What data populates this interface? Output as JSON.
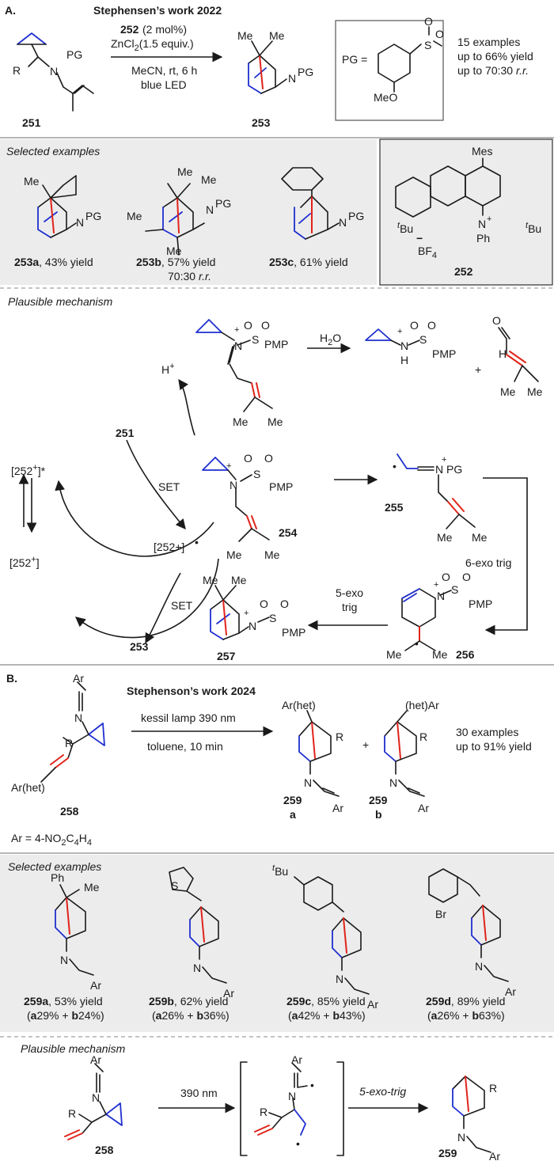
{
  "section_a": {
    "letter": "A.",
    "title": "Stephensen’s work 2022",
    "reactant": "251",
    "product": "253",
    "catalyst_num": "252",
    "catalyst_amt": "(2 mol%)",
    "reagent": "ZnCl",
    "reagent_sub": "2",
    "reagent_amt": "(1.5 equiv.)",
    "solvent": "MeCN, rt, 6 h",
    "light": "blue LED",
    "pg_label": "PG =",
    "pg_meo": "MeO",
    "summary": [
      "15 examples",
      "up to 66% yield",
      "up to 70:30"
    ],
    "summary_rr": "r.r.",
    "r_label": "R",
    "n_label": "N",
    "pg_text": "PG",
    "me": "Me",
    "selected_title": "Selected examples",
    "examples": [
      {
        "num": "253a",
        "text": ", 43% yield"
      },
      {
        "num": "253b",
        "text": ", 57% yield",
        "line2": "70:30",
        "rr": "r.r."
      },
      {
        "num": "253c",
        "text": ", 61% yield"
      }
    ],
    "cat_box": {
      "mes": "Mes",
      "tbu_sup": "t",
      "tbu": "Bu",
      "n": "N",
      "plus": "+",
      "ph": "Ph",
      "bf4": "BF",
      "bf4_sub": "4",
      "minus": "−",
      "num": "252"
    },
    "mechanism_title": "Plausible mechanism",
    "mech": {
      "h_plus": "H",
      "pmp": "PMP",
      "h2o": "H",
      "h2o_sub": "2",
      "h2o_o": "O",
      "s": "S",
      "o": "O",
      "h": "H",
      "plus_sign": "+",
      "c251": "251",
      "set1": "SET",
      "set2": "SET",
      "cat_excited": "[252",
      "cat_radical": "[252+]",
      "cat_ground": "[252",
      "c253": "253",
      "c254": "254",
      "c255": "255",
      "c256": "256",
      "c257": "257",
      "six_exo": "6-exo trig",
      "five_exo_1": "5-exo",
      "five_exo_2": "trig"
    }
  },
  "section_b": {
    "letter": "B.",
    "title": "Stephenson’s work 2024",
    "reactant": "258",
    "product_a_num": "259",
    "product_a_letter": "a",
    "product_b_num": "259",
    "product_b_letter": "b",
    "cond1": "kessil lamp 390 nm",
    "cond2": "toluene, 10 min",
    "ar_def": "Ar = 4-NO",
    "ar_def_sub1": "2",
    "ar_def_mid": "C",
    "ar_def_sub2": "4",
    "ar_def_end": "H",
    "ar_def_sub3": "4",
    "summary": [
      "30 examples",
      "up to 91% yield"
    ],
    "plus_sign": "+",
    "ar": "Ar",
    "ar_het": "Ar(het)",
    "het_ar": "(het)Ar",
    "selected_title": "Selected examples",
    "examples": [
      {
        "num": "259a",
        "text": ", 53% yield",
        "a": "a",
        "a_val": "29% + ",
        "b": "b",
        "b_val": "24%)",
        "top": "Ph",
        "top2": "Me"
      },
      {
        "num": "259b",
        "text": ", 62% yield",
        "a": "a",
        "a_val": "26% + ",
        "b": "b",
        "b_val": "36%)",
        "top": "S"
      },
      {
        "num": "259c",
        "text": ", 85% yield",
        "a": "a",
        "a_val": "42% + ",
        "b": "b",
        "b_val": "43%)",
        "top": "Bu",
        "top_sup": "t"
      },
      {
        "num": "259d",
        "text": ", 89% yield",
        "a": "a",
        "a_val": "26% + ",
        "b": "b",
        "b_val": "63%)",
        "top": "Br"
      }
    ],
    "mechanism_title": "Plausible mechanism",
    "mech": {
      "light": "390 nm",
      "step": "5-exo-trig",
      "c258": "258",
      "c259": "259"
    }
  },
  "colors": {
    "blue_bond": "#1f2fd0",
    "red_bond": "#e0241b",
    "panel_gray": "#ececec"
  }
}
